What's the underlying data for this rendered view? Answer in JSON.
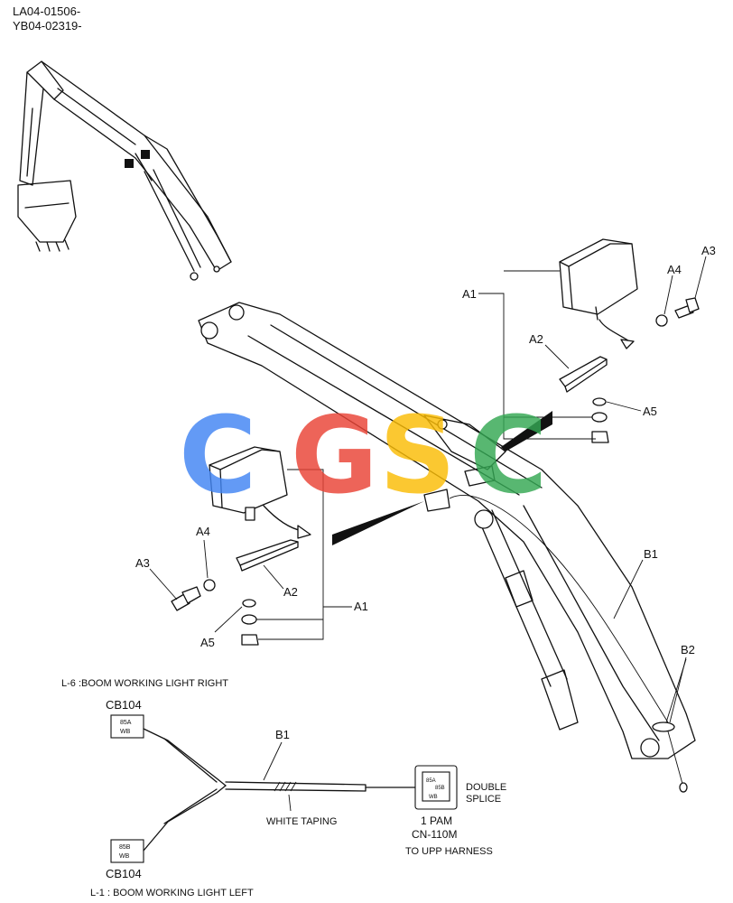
{
  "serials": [
    "LA04-01506-",
    "YB04-02319-"
  ],
  "parts": {
    "A1": "A1",
    "A2": "A2",
    "A3": "A3",
    "A4": "A4",
    "A5": "A5",
    "B1": "B1",
    "B2": "B2"
  },
  "wiring": {
    "right_light": "L-6 :BOOM  WORKING LIGHT RIGHT",
    "left_light": "L-1 : BOOM  WORKING LIGHT LEFT",
    "connector_top_name": "CB104",
    "connector_top_pin1": "85A",
    "connector_top_pin2": "WB",
    "connector_bottom_name": "CB104",
    "connector_bottom_pin1": "85B",
    "connector_bottom_pin2": "WB",
    "harness_label": "B1",
    "white_taping": "WHITE TAPING",
    "splice_pin1": "85A",
    "splice_pin2": "85B",
    "splice_pin3": "WB",
    "double_splice_line1": "DOUBLE",
    "double_splice_line2": "SPLICE",
    "pam": "1 PAM",
    "cn": "CN-110M",
    "to_upp": "TO UPP HARNESS"
  },
  "watermark": {
    "letters": [
      "C",
      "G",
      "S",
      "C"
    ],
    "colors": [
      "#4285F4",
      "#EA4335",
      "#FBBC05",
      "#34A853"
    ]
  }
}
